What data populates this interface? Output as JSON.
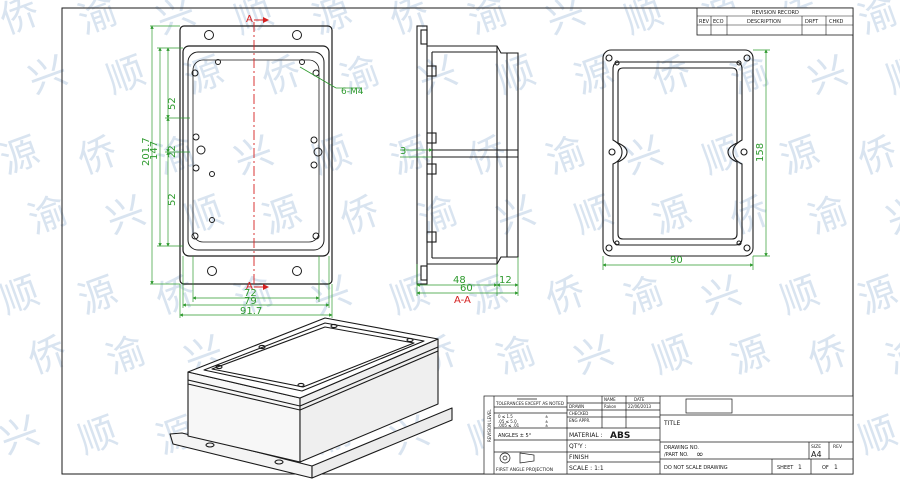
{
  "colors": {
    "outline": "#1a1a1a",
    "dimension": "#2e9a2e",
    "section": "#d42020",
    "watermark": "#d9e4f0"
  },
  "watermark": {
    "glyphs": [
      "侨",
      "渝",
      "兴",
      "顺",
      "源"
    ]
  },
  "top_view": {
    "section_marker": "A",
    "callout": "6-M4",
    "dims": {
      "overall_height": "201.7",
      "inner_height": "147",
      "upper": "52",
      "mid": "22",
      "lower": "52",
      "width_inner": "72",
      "width_body": "79",
      "width_overall": "91.7"
    }
  },
  "section_view": {
    "dims": {
      "wall": "3",
      "depth_body": "48",
      "depth_lid": "12",
      "depth_total": "60"
    },
    "label": "A-A"
  },
  "bottom_view": {
    "dims": {
      "height": "158",
      "width": "90"
    }
  },
  "revision_block": {
    "title": "REVISION RECORD",
    "columns": [
      "REV",
      "ECO",
      "DESCRIPTION",
      "DRFT",
      "CHKD"
    ]
  },
  "title_block": {
    "tolerance_note": "TOLERANCES EXCEPT AS NOTED",
    "tolerance_rows": [
      {
        "range": "0 ≤ 1.5",
        "tol": "±"
      },
      {
        "range": ".05 ≤ 5.0",
        "tol": "±"
      },
      {
        "range": ".005 ≤ .01",
        "tol": "±"
      }
    ],
    "angle_note": "ANGLES ± 5°",
    "projection_note": "FIRST ANGLE PROJECTION",
    "sign_header": {
      "name": "NAME",
      "date": "DATE"
    },
    "sign_rows": [
      {
        "role": "DRAWN",
        "name": "Rakon",
        "date": "22/06/2013"
      },
      {
        "role": "CHECKED",
        "name": "",
        "date": ""
      },
      {
        "role": "ENG APPR.",
        "name": "",
        "date": ""
      }
    ],
    "material_label": "MATERIAL :",
    "material_value": "ABS",
    "qty_label": "QT'Y :",
    "finish_label": "FINISH",
    "scale_label": "SCALE : 1:1",
    "title_label": "TITLE",
    "drawing_no_label": "DRAWING NO.",
    "part_no_label": "/PART NO.",
    "part_no_value": "∞",
    "size_label": "SIZE",
    "size_value": "A4",
    "rev_label": "REV",
    "no_scale_note": "DO NOT SCALE DRAWING",
    "sheet_label": "SHEET",
    "sheet_value": "1",
    "of_label": "OF",
    "of_value": "1",
    "side_stamp": "REVISION LEVEL"
  }
}
